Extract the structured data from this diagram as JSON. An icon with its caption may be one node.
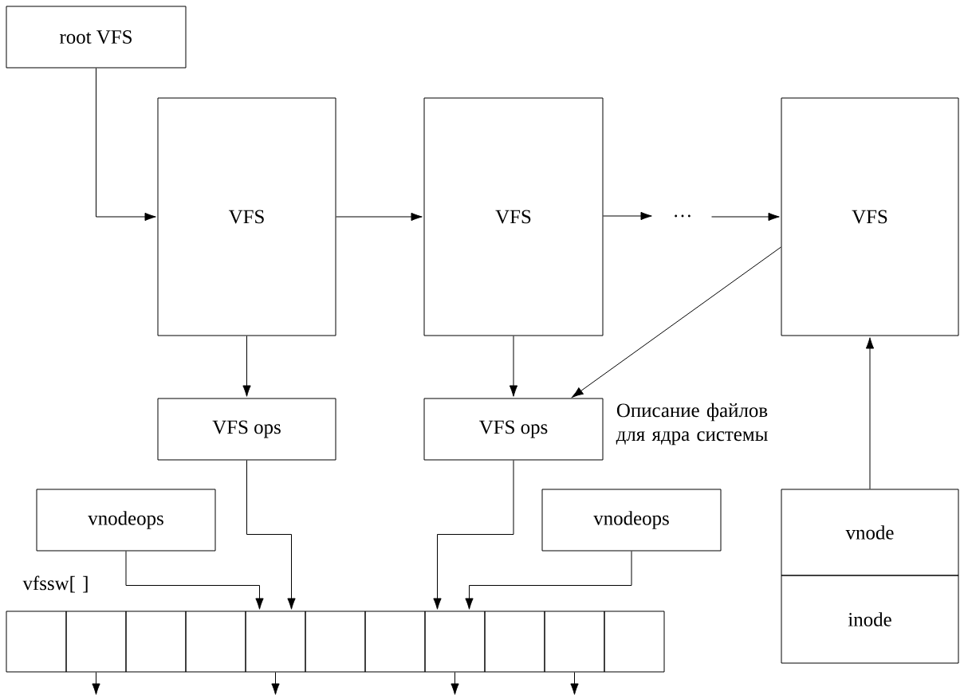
{
  "diagram": {
    "nodes": [
      {
        "text": [
          "root VFS"
        ]
      },
      {
        "text": [
          "VFS"
        ]
      },
      {
        "text": [
          "VFS"
        ]
      },
      {
        "text": [
          "…"
        ]
      },
      {
        "text": [
          "VFS"
        ]
      },
      {
        "text": [
          "VFS ops"
        ]
      },
      {
        "text": [
          "VFS ops"
        ]
      },
      {
        "text": [
          "vnodeops"
        ]
      },
      {
        "text": [
          "vnodeops"
        ]
      },
      {
        "text": [
          "vnode"
        ]
      },
      {
        "text": [
          "inode"
        ]
      },
      {
        "text": [],
        "shape": "box"
      },
      {
        "text": [],
        "shape": "box"
      },
      {
        "text": [],
        "shape": "box"
      },
      {
        "text": [],
        "shape": "box"
      },
      {
        "text": [],
        "shape": "box"
      },
      {
        "text": [],
        "shape": "box"
      },
      {
        "text": [],
        "shape": "box"
      },
      {
        "text": [],
        "shape": "box"
      },
      {
        "text": [],
        "shape": "box"
      },
      {
        "text": [],
        "shape": "box"
      },
      {
        "text": [],
        "shape": "box"
      }
    ],
    "edges": [
      {
        "from": 0,
        "to": 1,
        "arrow": "to"
      },
      {
        "from": 1,
        "to": 2,
        "arrow": "to"
      },
      {
        "from": 2,
        "to": 3,
        "arrow": "to"
      },
      {
        "from": 3,
        "to": 4,
        "arrow": "to"
      },
      {
        "from": 1,
        "to": 5,
        "arrow": "to"
      },
      {
        "from": 2,
        "to": 6,
        "arrow": "to"
      },
      {
        "from": 4,
        "to": 6,
        "arrow": "to"
      },
      {
        "from": 9,
        "to": 4,
        "arrow": "to"
      },
      {
        "from": 7,
        "to": 15,
        "arrow": "to"
      },
      {
        "from": 5,
        "to": 15,
        "arrow": "to"
      },
      {
        "from": 6,
        "to": 18,
        "arrow": "to"
      },
      {
        "from": 8,
        "to": 18,
        "arrow": "to"
      },
      {
        "from": 12,
        "to": null,
        "arrow": "to"
      },
      {
        "from": 15,
        "to": null,
        "arrow": "to"
      },
      {
        "from": 18,
        "to": null,
        "arrow": "to"
      },
      {
        "from": 20,
        "to": null,
        "arrow": "to"
      }
    ],
    "labels": [
      "Описание файлов для ядра системы",
      "vfssw[ ]"
    ]
  }
}
